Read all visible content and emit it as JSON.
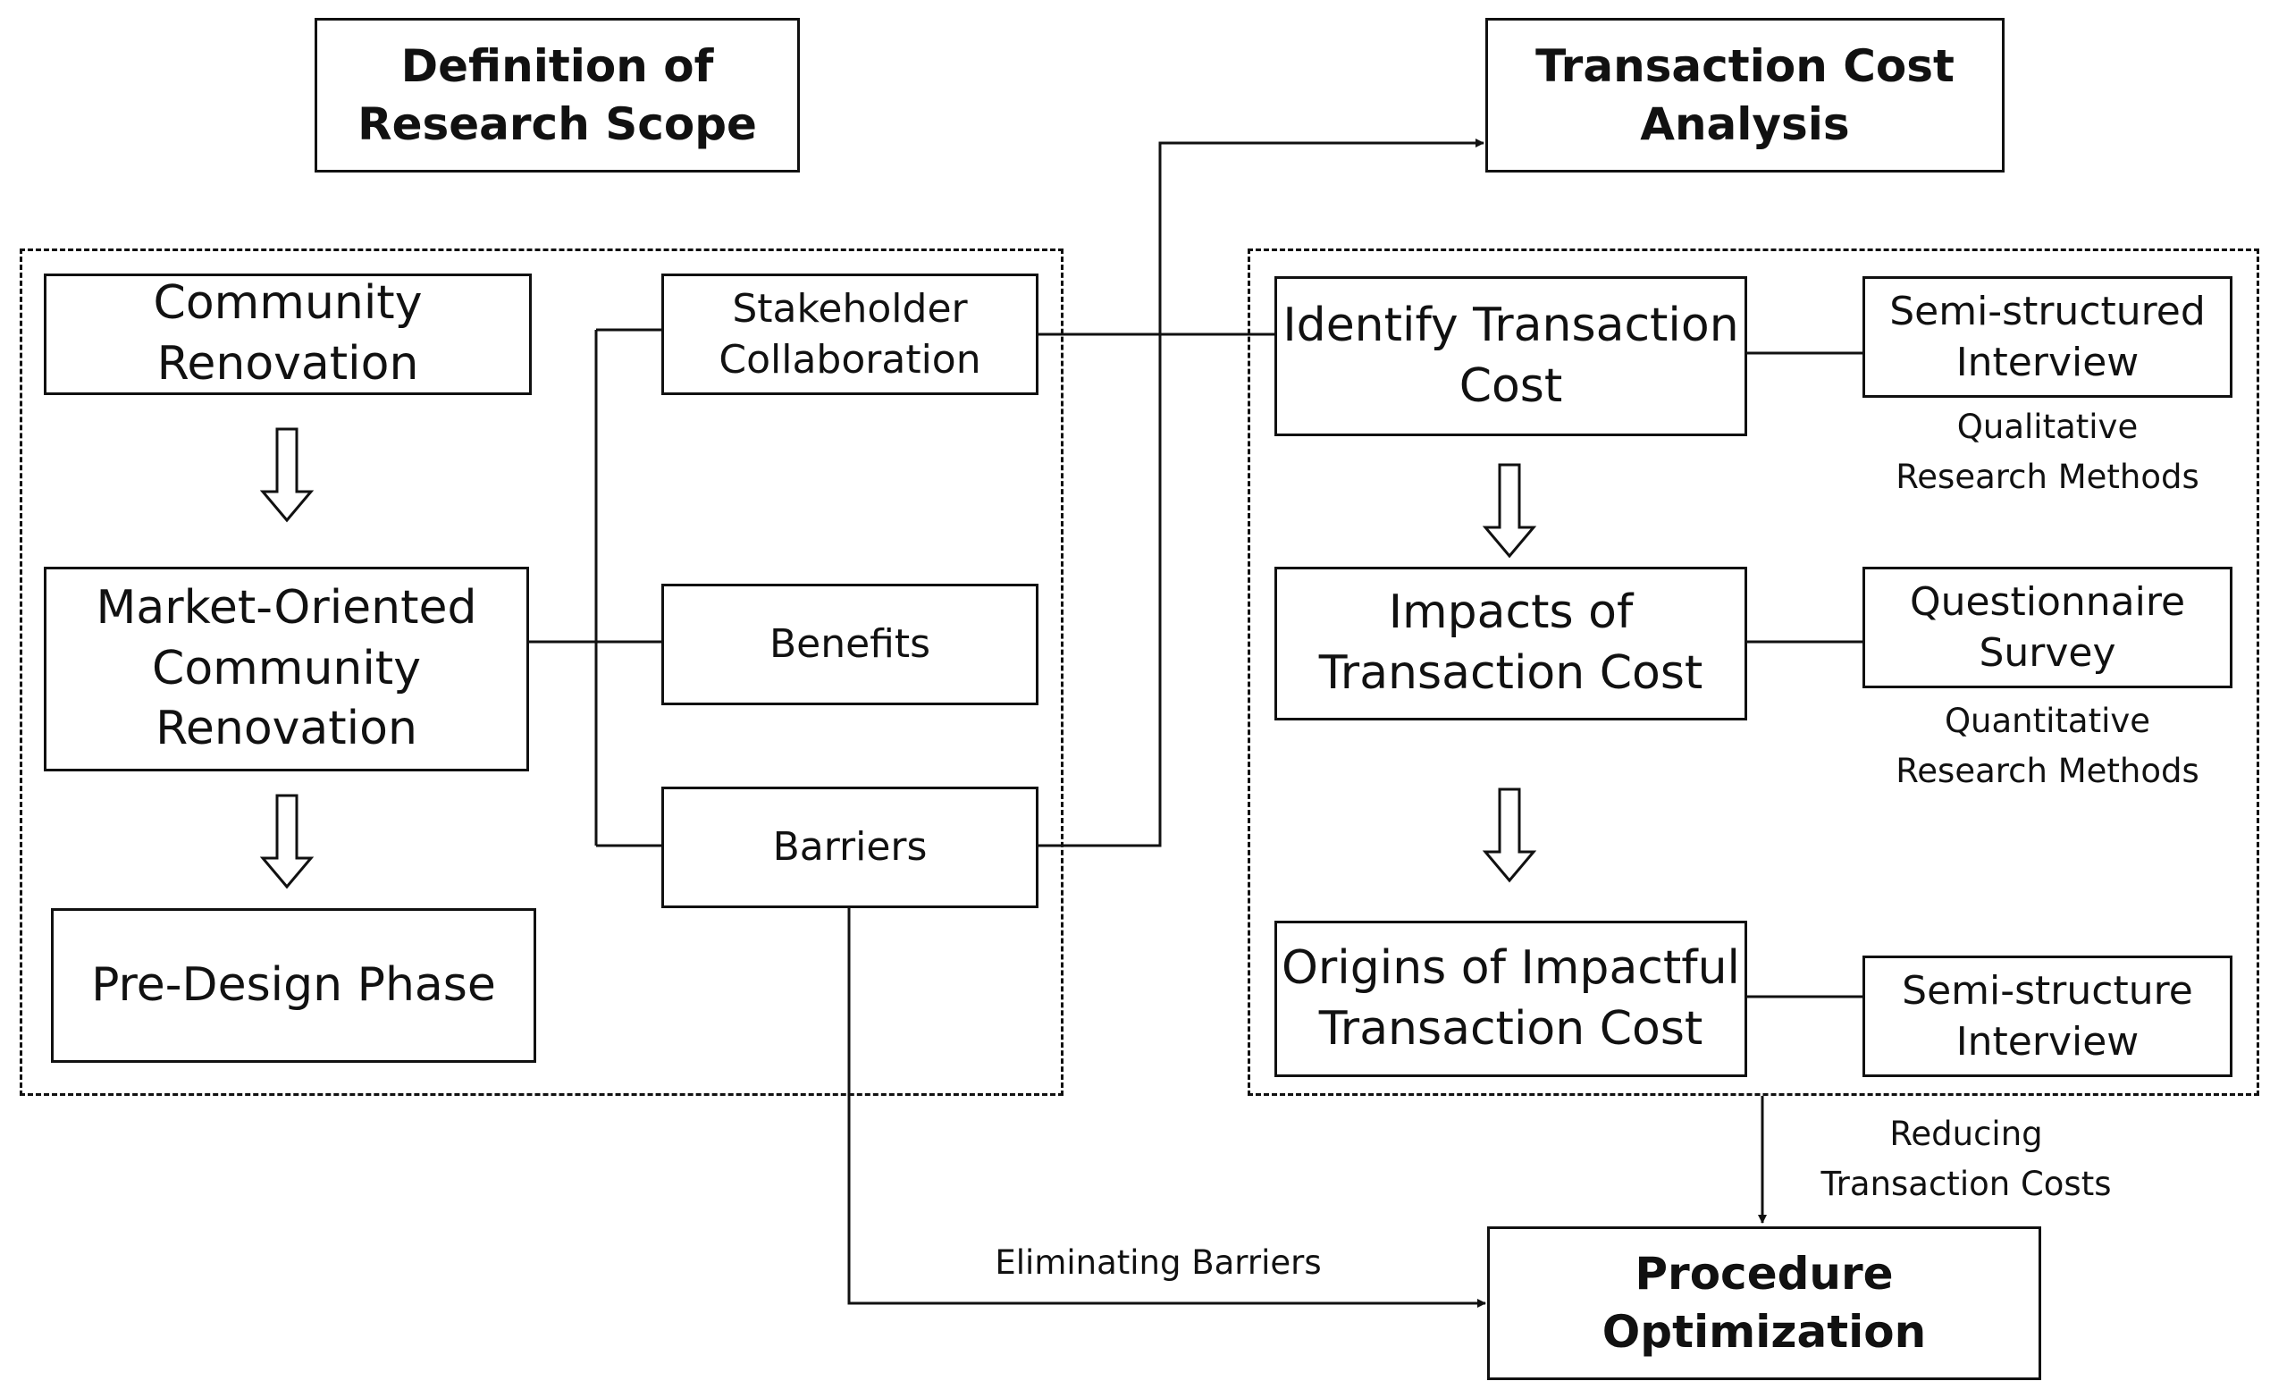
{
  "scope": {
    "title": "Definition of\nResearch Scope",
    "community_renovation": "Community\nRenovation",
    "market_oriented": "Market-Oriented\nCommunity\nRenovation",
    "pre_design": "Pre-Design Phase",
    "stakeholder": "Stakeholder\nCollaboration",
    "benefits": "Benefits",
    "barriers": "Barriers"
  },
  "analysis": {
    "title": "Transaction Cost\nAnalysis",
    "identify": "Identify Transaction\nCost",
    "impacts": "Impacts of\nTransaction Cost",
    "origins": "Origins of Impactful\nTransaction Cost",
    "semi_structured": "Semi-structured\nInterview",
    "qualitative": "Qualitative\nResearch Methods",
    "questionnaire": "Questionnaire\nSurvey",
    "quantitative": "Quantitative\nResearch Methods",
    "semi_structure": "Semi-structure\nInterview"
  },
  "optimization": {
    "title": "Procedure\nOptimization",
    "reducing": "Reducing\nTransaction Costs",
    "eliminating": "Eliminating Barriers"
  }
}
